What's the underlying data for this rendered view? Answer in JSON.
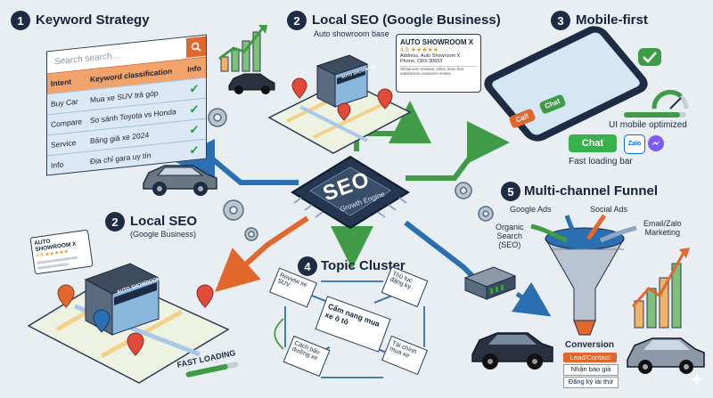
{
  "sections": {
    "keyword": {
      "num": "1",
      "title": "Keyword Strategy"
    },
    "gbp": {
      "num": "2",
      "title": "Local SEO (Google Business)",
      "subtitle": "Auto showroom base"
    },
    "mobile": {
      "num": "3",
      "title": "Mobile-first"
    },
    "topic": {
      "num": "4",
      "title": "Topic Cluster"
    },
    "funnel": {
      "num": "5",
      "title": "Multi-channel Funnel"
    },
    "local": {
      "num": "2",
      "title": "Local SEO",
      "subtitle": "(Google Business)"
    }
  },
  "keyword_table": {
    "search_placeholder": "Search search...",
    "headers": [
      "Intent",
      "Keyword classification",
      "Info"
    ],
    "rows": [
      {
        "intent": "Buy Car",
        "keyword": "Mua xe SUV trả góp"
      },
      {
        "intent": "Compare",
        "keyword": "So sánh Toyota vs Honda"
      },
      {
        "intent": "Service",
        "keyword": "Bảng giá xe 2024"
      },
      {
        "intent": "Info",
        "keyword": "Địa chỉ gara uy tín"
      }
    ]
  },
  "gbp_card": {
    "name": "AUTO SHOWROOM X",
    "rating": "4.8 ★★★★★",
    "address": "Address, Auto Showroom X",
    "phone": "Phone, CRX 30653",
    "review": "Showroom reviews, when does that satisfaction customer review."
  },
  "showroom_sign": "AUTO SHOWROOM",
  "local_card": {
    "name": "AUTO SHOWROOM X",
    "rating": "4.8 ★★★★★"
  },
  "fast_loading": "FAST LOADING",
  "chip": {
    "title": "SEO",
    "subtitle": "Growth Engine"
  },
  "mobile": {
    "call": "Call",
    "chat": "Chat",
    "ui_label": "UI mobile optimized",
    "chat_btn": "Chat",
    "zalo": "Zalo",
    "fast_bar": "Fast loading bar"
  },
  "topic_cards": {
    "center": "Cẩm nang mua xe ô tô",
    "top_left": "Review xe SUV",
    "top_right": "Thủ tục đăng ký",
    "bottom_left": "Cách bảo dưỡng xe",
    "bottom_right": "Tài chính mua xe"
  },
  "funnel_labels": {
    "organic": "Organic\nSearch\n(SEO)",
    "google_ads": "Google Ads",
    "social_ads": "Social Ads",
    "email": "Email/Zalo\nMarketing",
    "conversion": "Conversion",
    "lead": "Lead/Contact",
    "quote": "Nhận báo giá",
    "test_drive": "Đăng ký lái thử"
  },
  "colors": {
    "flow_blue": "#2b6fb3",
    "flow_green": "#3f9b45",
    "flow_orange": "#e2672c",
    "navy": "#1d2b44",
    "check_green": "#27a23a"
  }
}
